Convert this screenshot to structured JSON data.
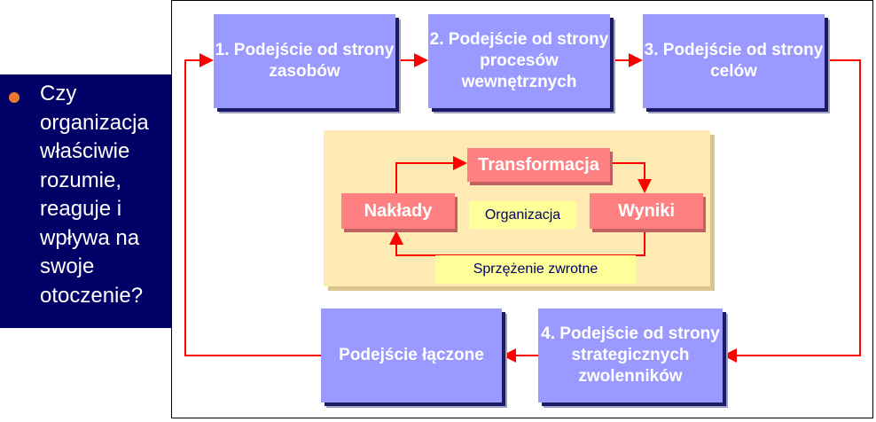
{
  "sidebar": {
    "question": "Czy organizacja właściwie rozumie, reaguje i wpływa na swoje otoczenie?"
  },
  "approaches": [
    {
      "label": "1. Podejście od strony zasobów"
    },
    {
      "label": "2. Podejście od strony procesów wewnętrznych"
    },
    {
      "label": "3. Podejście od strony celów"
    },
    {
      "label": "4. Podejście od strony strategicznych zwolenników"
    },
    {
      "label": "Podejście łączone"
    }
  ],
  "organization": {
    "transformation": "Transformacja",
    "inputs": "Nakłady",
    "outputs": "Wyniki",
    "center": "Organizacja",
    "feedback": "Sprzężenie zwrotne"
  },
  "colors": {
    "arrow": "#ff0000",
    "box": "#9999ff",
    "panel": "#000066"
  }
}
